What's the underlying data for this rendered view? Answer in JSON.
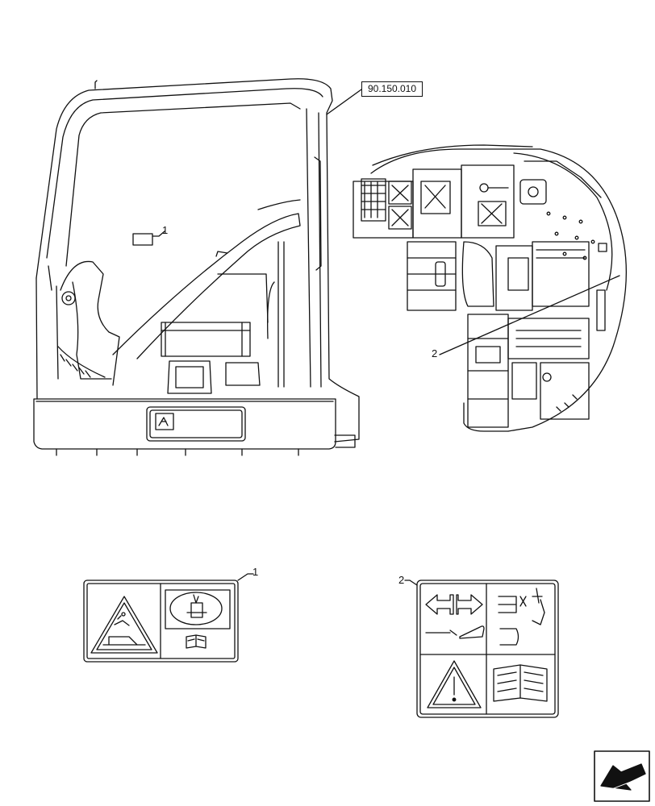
{
  "reference_code": "90.150.010",
  "callouts": {
    "decal_1_cab": "1",
    "decal_2_panel": "2",
    "label_1": "1",
    "label_2": "2"
  },
  "icons": [
    "cab-outline-icon",
    "console-panel-icon",
    "crush-warning-icon",
    "lever-lock-icon",
    "manual-book-icon",
    "direction-arrows-icon",
    "hose-icon",
    "warning-triangle-icon",
    "navigation-arrow-icon"
  ]
}
